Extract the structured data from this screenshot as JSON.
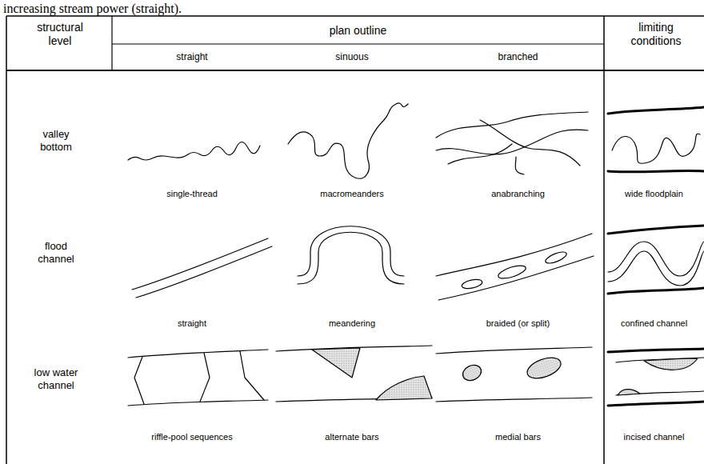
{
  "diagram": {
    "labels": [
      "increasing stream power (straight).",
      "structural level",
      "plan outline",
      "limiting conditions",
      "straight",
      "sinuous",
      "branched",
      "valley bottom",
      "single-thread",
      "macromeanders",
      "anabranching",
      "wide floodplain",
      "flood channel",
      "straight",
      "meandering",
      "braided (or split)",
      "confined channel",
      "low water channel",
      "riffle-pool sequences",
      "alternate bars",
      "medial bars",
      "incised channel"
    ]
  }
}
